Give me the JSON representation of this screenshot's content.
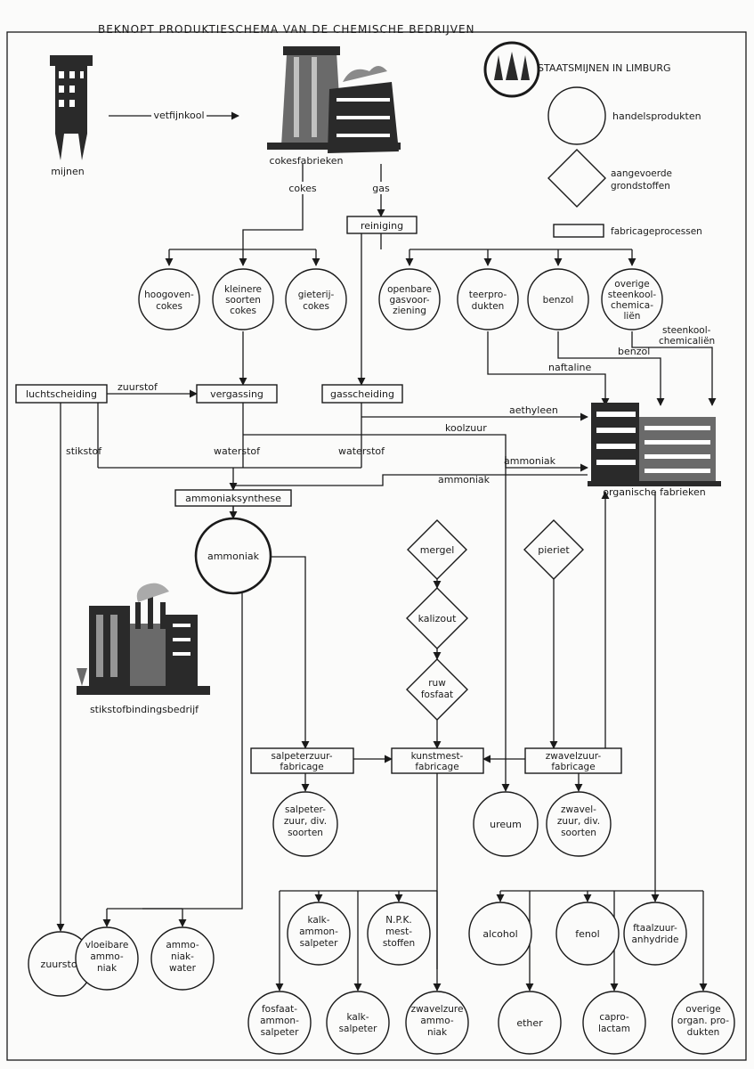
{
  "title": "BEKNOPT PRODUKTIESCHEMA VAN DE CHEMISCHE BEDRIJVEN",
  "legend": {
    "logo_label": "STAATSMIJNEN IN LIMBURG",
    "circle_label": "handelsprodukten",
    "diamond_label": [
      "aangevoerde",
      "grondstoffen"
    ],
    "rect_label": "fabricageprocessen"
  },
  "pictures": {
    "mines": "mijnen",
    "coke_plant": "cokesfabrieken",
    "nitrogen_plant": "stikstofbindingsbedrijf",
    "organic_plant": "organische fabrieken"
  },
  "flow_labels": {
    "vetfijnkool": "vetfijnkool",
    "cokes": "cokes",
    "gas": "gas",
    "zuurstof": "zuurstof",
    "stikstof": "stikstof",
    "waterstof_1": "waterstof",
    "waterstof_2": "waterstof",
    "naftaline": "naftaline",
    "benzol": "benzol",
    "steenkoolchemicalien": [
      "steenkool-",
      "chemicaliën"
    ],
    "aethyleen": "aethyleen",
    "koolzuur": "koolzuur",
    "ammoniak_1": "ammoniak",
    "ammoniak_2": "ammoniak"
  },
  "processes": {
    "reiniging": "reiniging",
    "luchtscheiding": "luchtscheiding",
    "vergassing": "vergassing",
    "gasscheiding": "gasscheiding",
    "ammoniaksynthese": "ammoniaksynthese",
    "salpeterzuur": [
      "salpeterzuur-",
      "fabricage"
    ],
    "kunstmest": [
      "kunstmest-",
      "fabricage"
    ],
    "zwavelzuur": [
      "zwavelzuur-",
      "fabricage"
    ]
  },
  "raw_materials": {
    "mergel": "mergel",
    "kalizout": "kalizout",
    "fosfaat": [
      "ruw",
      "fosfaat"
    ],
    "pieriet": "pieriet"
  },
  "products": {
    "hoogovencokes": [
      "hoogoven-",
      "cokes"
    ],
    "kleinere": [
      "kleinere",
      "soorten",
      "cokes"
    ],
    "gieterij": [
      "gieterij-",
      "cokes"
    ],
    "gasvoorziening": [
      "openbare",
      "gasvoor-",
      "ziening"
    ],
    "teerprodukten": [
      "teerpro-",
      "dukten"
    ],
    "benzol": "benzol",
    "overige_steenkool": [
      "overige",
      "steenkool-",
      "chemica-",
      "liën"
    ],
    "ammoniak": "ammoniak",
    "salpeterzuur_div": [
      "salpeter-",
      "zuur, div.",
      "soorten"
    ],
    "ureum": "ureum",
    "zwavelzuur_div": [
      "zwavel-",
      "zuur, div.",
      "soorten"
    ],
    "zuurstof": "zuurstof",
    "vloeibare_ammoniak": [
      "vloeibare",
      "ammo-",
      "niak"
    ],
    "ammoniakwater": [
      "ammo-",
      "niak-",
      "water"
    ],
    "kalkammonsalpeter": [
      "kalk-",
      "ammon-",
      "salpeter"
    ],
    "npk": [
      "N.P.K.",
      "mest-",
      "stoffen"
    ],
    "fosfaatammonsalpeter": [
      "fosfaat-",
      "ammon-",
      "salpeter"
    ],
    "kalksalpeter": [
      "kalk-",
      "salpeter"
    ],
    "zwavelzure_ammoniak": [
      "zwavelzure",
      "ammo-",
      "niak"
    ],
    "alcohol": "alcohol",
    "fenol": "fenol",
    "ftaalzuur": [
      "ftaalzuur-",
      "anhydride"
    ],
    "ether": "ether",
    "caprolactam": [
      "capro-",
      "lactam"
    ],
    "overige_organ": [
      "overige",
      "organ. pro-",
      "dukten"
    ]
  }
}
